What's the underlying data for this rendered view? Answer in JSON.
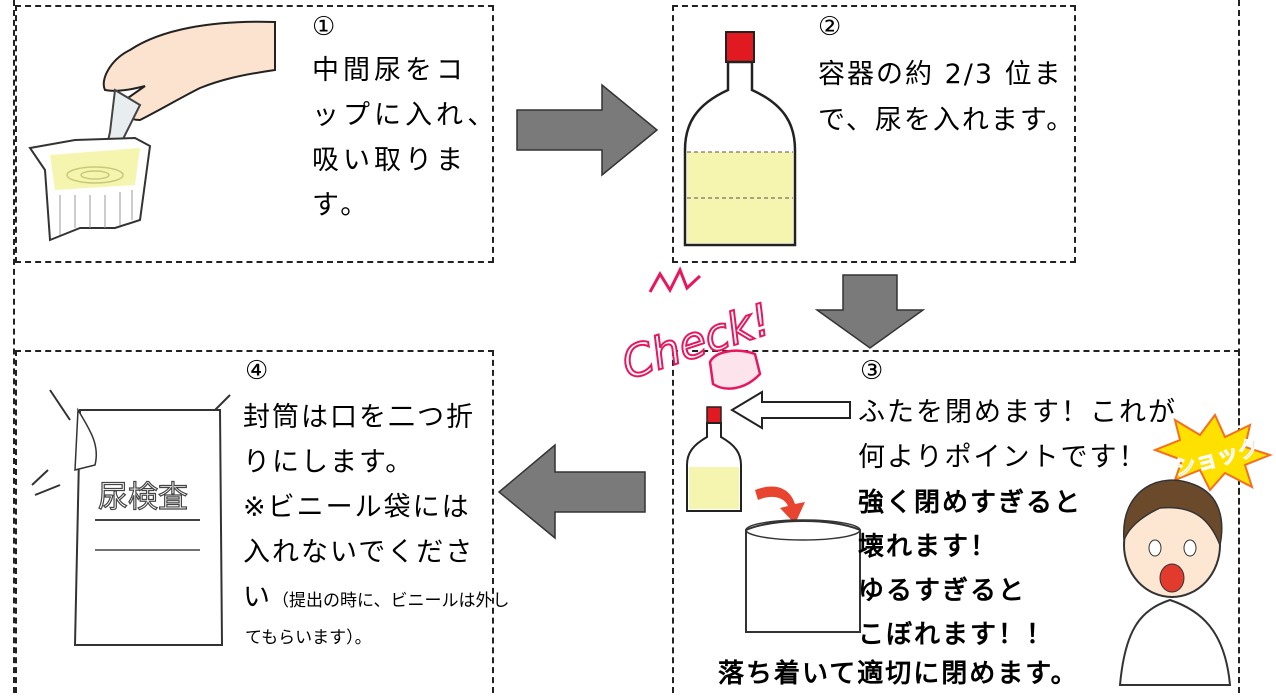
{
  "steps": {
    "step1": {
      "num": "①",
      "lines": [
        "中間尿をコ",
        "ップに入れ、",
        "吸い取りま",
        "す。"
      ]
    },
    "step2": {
      "num": "②",
      "lines": [
        "容器の約 2/3 位ま",
        "で、尿を入れます。"
      ]
    },
    "step3": {
      "num": "③",
      "lines": [
        "ふたを閉めます！これが",
        "何よりポイントです！"
      ],
      "warnings": [
        "強く閉めすぎると",
        "壊れます！",
        "ゆるすぎると",
        "こぼれます！！"
      ],
      "footer": "落ち着いて適切に閉めます。",
      "check_label": "Check!",
      "shock_label": "ショック"
    },
    "step4": {
      "num": "④",
      "lines": [
        "封筒は口を二つ折",
        "りにします。",
        "※ビニール袋には",
        "入れないでくださ"
      ],
      "last_line_main": "い",
      "last_line_note": "（提出の時に、ビニールは外し",
      "note_line2": "てもらいます）。",
      "envelope_label": "尿検査"
    }
  },
  "colors": {
    "urine": "#f5f5b0",
    "cap_red": "#e11a22",
    "arrow_gray": "#7a7a7a",
    "check_pink": "#e8175d",
    "shock_orange": "#f36f21",
    "shock_yellow": "#ffe100"
  }
}
